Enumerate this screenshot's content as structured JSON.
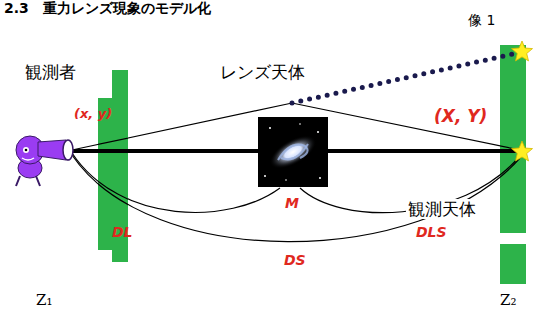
{
  "diagram": {
    "title": "2.3　重力レンズ現象のモデル化",
    "nodes": [
      {
        "text": [
          "Z₁"
        ]
      },
      {
        "text": [
          "Z₂"
        ]
      }
    ],
    "labels": [
      "像 1",
      "観測者",
      "レンズ天体",
      "(x, y)",
      "(X, Y)",
      "M",
      "観測天体",
      "DL",
      "DLS",
      "DS"
    ]
  }
}
